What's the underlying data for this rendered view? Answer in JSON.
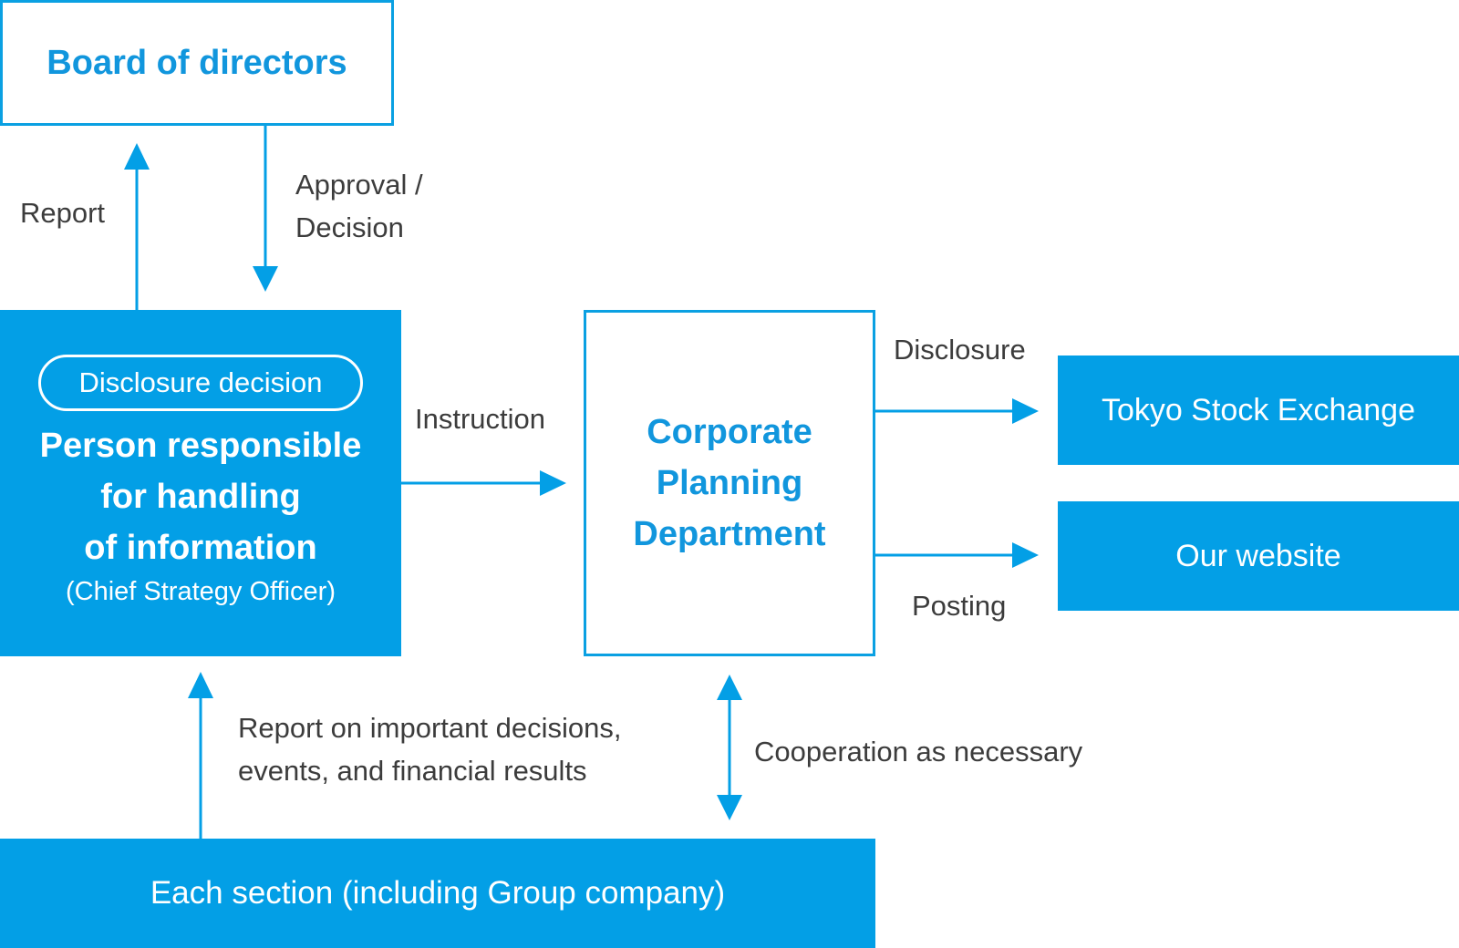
{
  "nodes": {
    "board": "Board of directors",
    "disclosure_decision": "Disclosure decision",
    "person_responsible": "Person responsible\nfor handling\nof information",
    "person_role": "(Chief Strategy Officer)",
    "corporate_planning": "Corporate\nPlanning\nDepartment",
    "tokyo_stock_exchange": "Tokyo Stock Exchange",
    "our_website": "Our website",
    "each_section": "Each section (including Group company)"
  },
  "edges": {
    "report": "Report",
    "approval_line1": "Approval /",
    "approval_line2": "Decision",
    "instruction": "Instruction",
    "disclosure": "Disclosure",
    "posting": "Posting",
    "report_important_line1": "Report on important decisions,",
    "report_important_line2": "events, and financial results",
    "cooperation": "Cooperation as necessary"
  },
  "colors": {
    "accent": "#039fe6",
    "text": "#3c3c3c"
  }
}
